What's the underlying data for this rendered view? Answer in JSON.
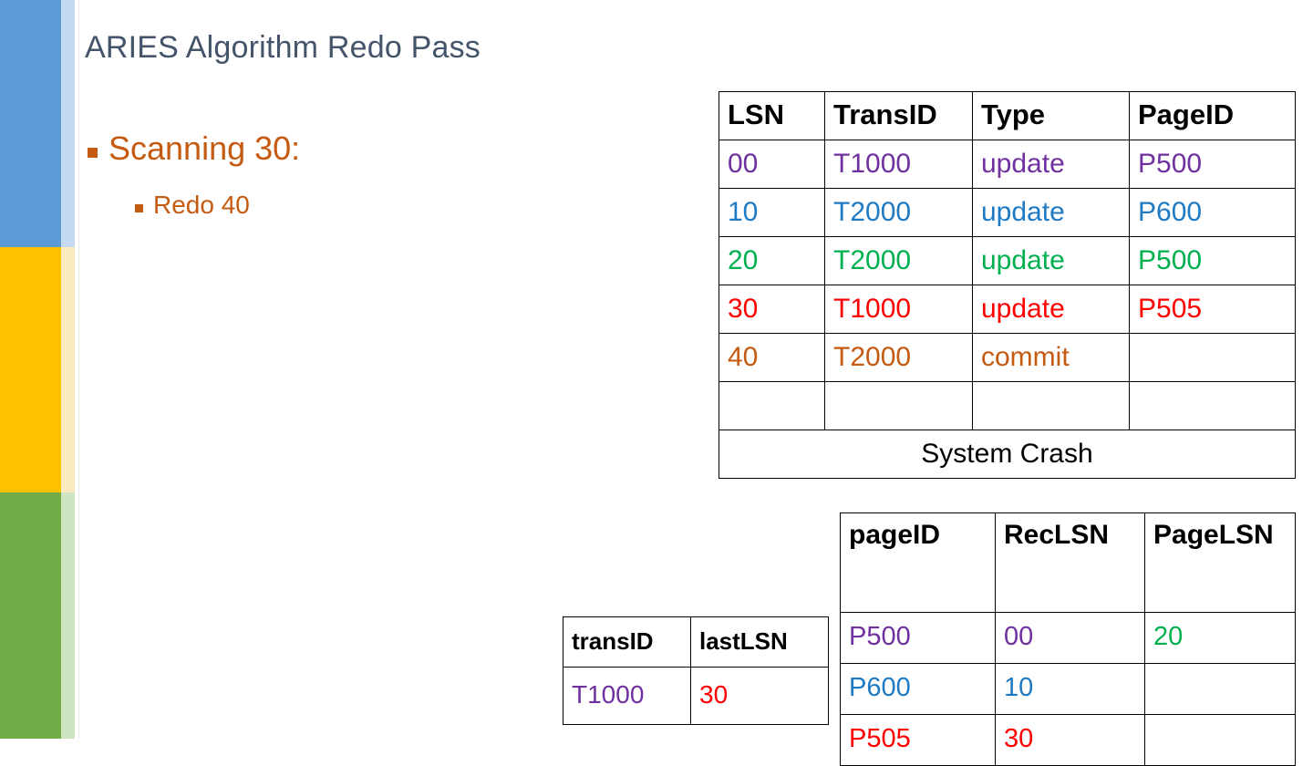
{
  "slide": {
    "title": "ARIES Algorithm Redo Pass",
    "decor_colors": {
      "blue": "#5B9BD5",
      "blue_tint": "#C3DAF0",
      "gold": "#FFC000",
      "gold_tint": "#FBEAC0",
      "green": "#70AD47",
      "green_tint": "#CFE5C2"
    },
    "title_color": "#44546A",
    "accent_color": "#C55A11"
  },
  "bullets": {
    "level1": "Scanning 30:",
    "level2": "Redo 40"
  },
  "log_table": {
    "headers": [
      "LSN",
      "TransID",
      "Type",
      "PageID"
    ],
    "rows": [
      {
        "color": "#7030A0",
        "cells": [
          "00",
          "T1000",
          "update",
          "P500"
        ]
      },
      {
        "color": "#1F7AC4",
        "cells": [
          "10",
          "T2000",
          "update",
          "P600"
        ]
      },
      {
        "color": "#00B050",
        "cells": [
          "20",
          "T2000",
          "update",
          "P500"
        ]
      },
      {
        "color": "#FF0000",
        "cells": [
          "30",
          "T1000",
          "update",
          "P505"
        ]
      },
      {
        "color": "#C55A11",
        "cells": [
          "40",
          "T2000",
          "commit",
          ""
        ]
      },
      {
        "color": "#000000",
        "cells": [
          "",
          "",
          "",
          ""
        ]
      }
    ],
    "footer_note": "System Crash"
  },
  "trans_table": {
    "headers": [
      "transID",
      "lastLSN"
    ],
    "rows": [
      {
        "cells": [
          "T1000",
          "30"
        ],
        "colors": [
          "#7030A0",
          "#FF0000"
        ]
      }
    ]
  },
  "dirty_page_table": {
    "headers": [
      "pageID",
      "RecLSN",
      "PageLSN"
    ],
    "rows": [
      {
        "cells": [
          "P500",
          "00",
          "20"
        ],
        "colors": [
          "#7030A0",
          "#7030A0",
          "#00B050"
        ]
      },
      {
        "cells": [
          "P600",
          "10",
          ""
        ],
        "colors": [
          "#1F7AC4",
          "#1F7AC4",
          "#000000"
        ]
      },
      {
        "cells": [
          "P505",
          "30",
          ""
        ],
        "colors": [
          "#FF0000",
          "#FF0000",
          "#000000"
        ]
      }
    ]
  }
}
